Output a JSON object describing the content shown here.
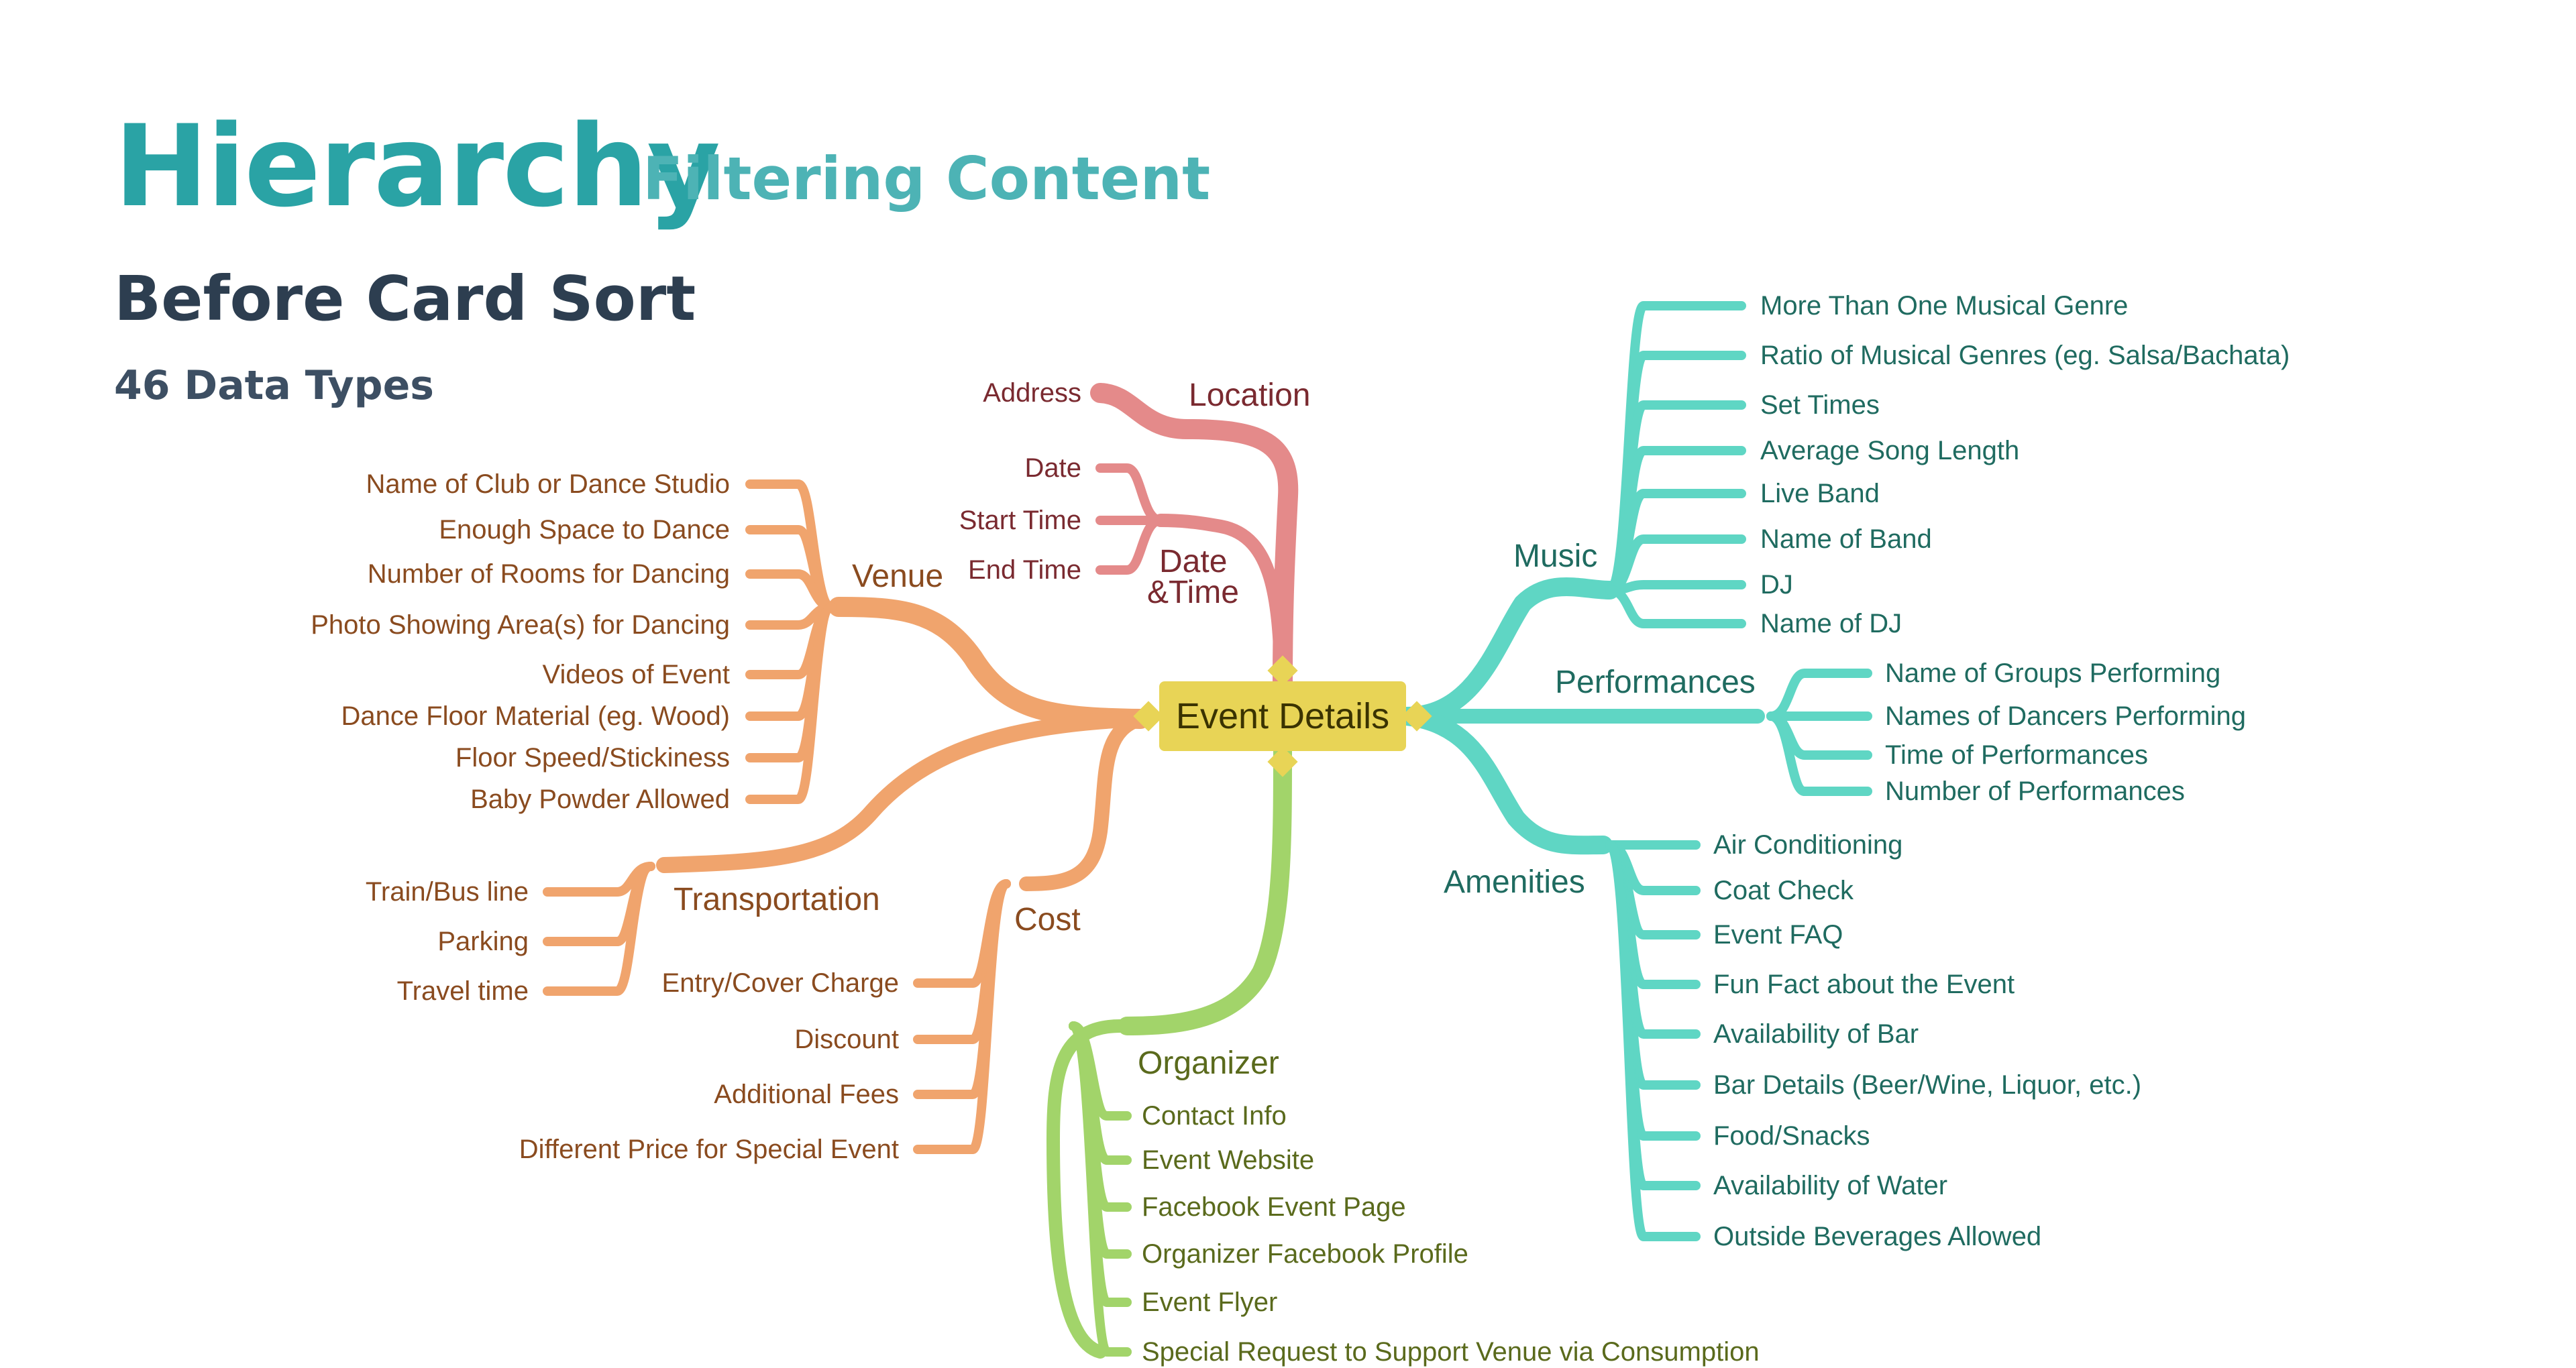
{
  "header": {
    "title": "Hierarchy",
    "subtitle": "Filtering Content",
    "heading": "Before Card Sort",
    "count": "46 Data Types"
  },
  "center": {
    "label": "Event Details"
  },
  "colors": {
    "venue": "#f0a46d",
    "location": "#e48a8a",
    "music": "#5fd6c4",
    "organizer": "#a2d46a",
    "center": "#e8d456"
  },
  "branches": {
    "venue": {
      "label": "Venue",
      "items": [
        "Name of Club or Dance Studio",
        "Enough Space to Dance",
        "Number of Rooms for Dancing",
        "Photo Showing Area(s) for Dancing",
        "Videos of Event",
        "Dance Floor Material (eg. Wood)",
        "Floor Speed/Stickiness",
        "Baby Powder Allowed"
      ]
    },
    "transportation": {
      "label": "Transportation",
      "items": [
        "Train/Bus line",
        "Parking",
        "Travel time"
      ]
    },
    "cost": {
      "label": "Cost",
      "items": [
        "Entry/Cover Charge",
        "Discount",
        "Additional Fees",
        "Different Price for Special Event"
      ]
    },
    "location": {
      "label": "Location",
      "items": [
        "Address"
      ]
    },
    "datetime": {
      "label_line1": "Date",
      "label_line2": "&Time",
      "items": [
        "Date",
        "Start Time",
        "End Time"
      ]
    },
    "music": {
      "label": "Music",
      "items": [
        "More Than One Musical Genre",
        "Ratio of Musical Genres (eg. Salsa/Bachata)",
        "Set Times",
        "Average Song Length",
        "Live Band",
        "Name of Band",
        "DJ",
        "Name of DJ"
      ]
    },
    "performances": {
      "label": "Performances",
      "items": [
        "Name of Groups Performing",
        "Names of Dancers Performing",
        "Time of Performances",
        "Number of Performances"
      ]
    },
    "amenities": {
      "label": "Amenities",
      "items": [
        "Air Conditioning",
        "Coat Check",
        "Event FAQ",
        "Fun Fact about the Event",
        "Availability of Bar",
        "Bar Details (Beer/Wine, Liquor, etc.)",
        "Food/Snacks",
        "Availability of Water",
        "Outside Beverages Allowed"
      ]
    },
    "organizer": {
      "label": "Organizer",
      "items": [
        "Contact Info",
        "Event Website",
        "Facebook Event Page",
        "Organizer Facebook Profile",
        "Event Flyer",
        "Special Request to Support Venue via Consumption"
      ]
    }
  }
}
